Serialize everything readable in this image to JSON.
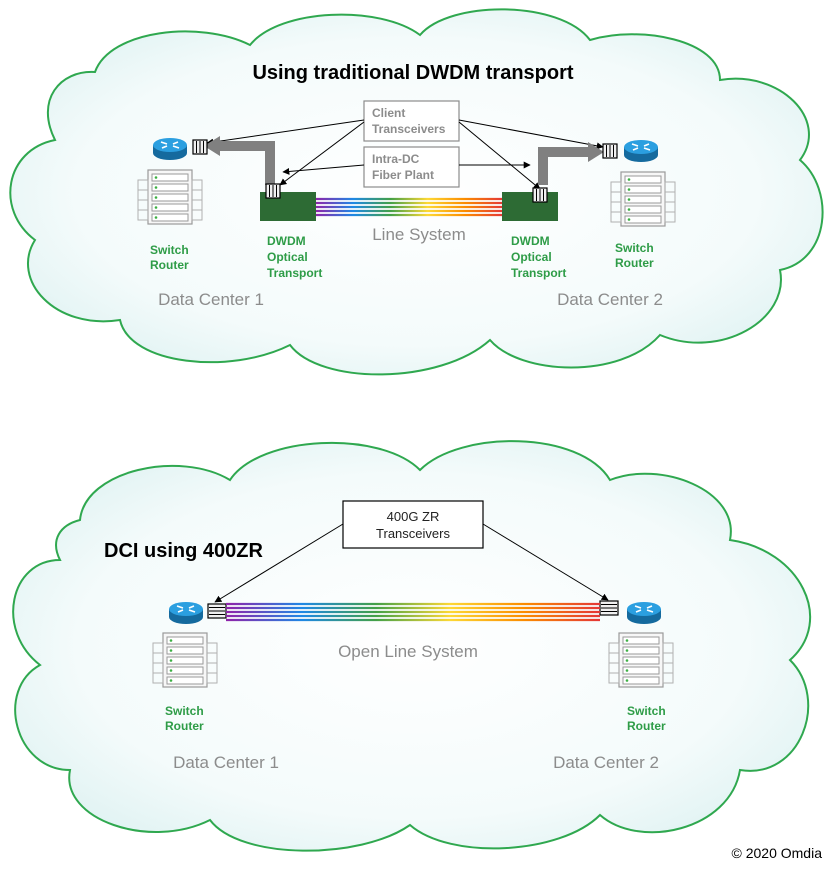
{
  "top_panel": {
    "title": "Using traditional  DWDM transport",
    "callout_client": [
      "Client",
      "Transceivers"
    ],
    "callout_fiber": [
      "Intra-DC",
      "Fiber Plant"
    ],
    "switch_router_left": [
      "Switch",
      "Router"
    ],
    "switch_router_right": [
      "Switch",
      "Router"
    ],
    "dwdm_left": [
      "DWDM",
      "Optical",
      "Transport"
    ],
    "dwdm_right": [
      "DWDM",
      "Optical",
      "Transport"
    ],
    "line_system": "Line System",
    "dc_left": "Data Center 1",
    "dc_right": "Data Center 2"
  },
  "bottom_panel": {
    "title": "DCI using 400ZR",
    "callout_zr": [
      "400G ZR",
      "Transceivers"
    ],
    "switch_router_left": [
      "Switch",
      "Router"
    ],
    "switch_router_right": [
      "Switch",
      "Router"
    ],
    "line_system": "Open Line System",
    "dc_left": "Data Center 1",
    "dc_right": "Data Center 2"
  },
  "copyright": "© 2020 Omdia",
  "colors": {
    "cloud_stroke": "#2fa84f",
    "cloud_fill": "#eaf7f7",
    "green_text": "#2e9c47",
    "dwdm_box": "#2d6b34",
    "router_blue": "#1f8fcf",
    "fiber": [
      "#e53935",
      "#fb8c00",
      "#fdd835",
      "#43a047",
      "#1e88e5",
      "#8e24aa"
    ]
  }
}
